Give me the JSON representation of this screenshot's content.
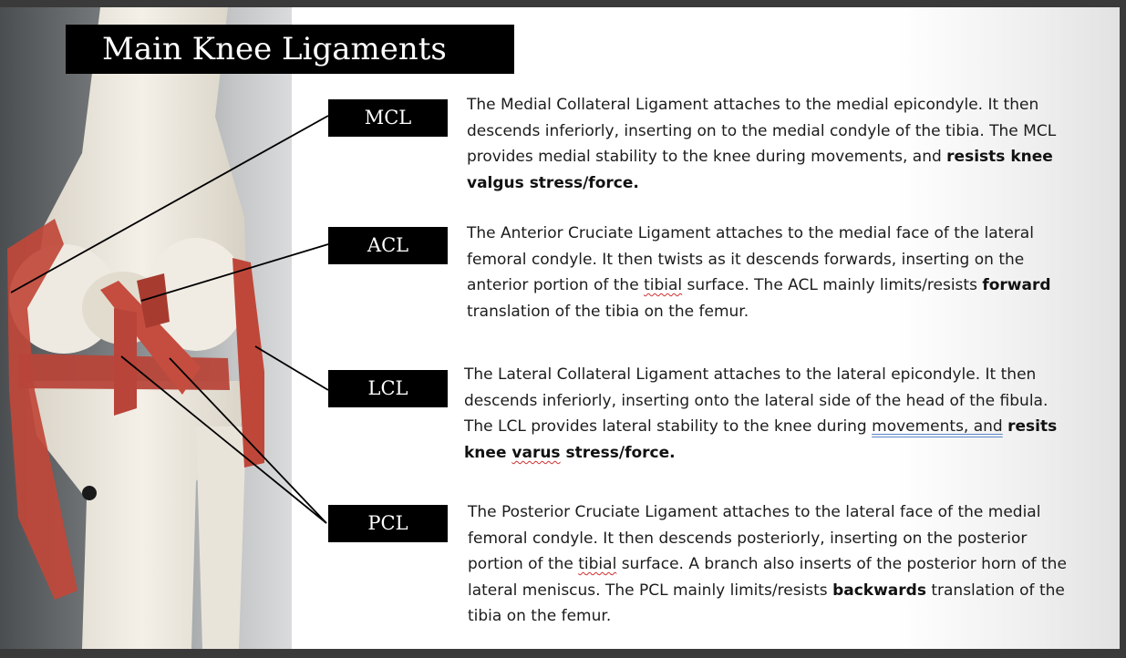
{
  "title": "Main Knee Ligaments",
  "ligaments": [
    {
      "label": "MCL",
      "text": [
        {
          "t": "The Medial Collateral Ligament attaches to the medial epicondyle. It then descends inferiorly, inserting on to the medial condyle of the tibia. The MCL provides medial stability to the knee during movements, and "
        },
        {
          "t": "resists knee valgus stress/force.",
          "b": true
        }
      ]
    },
    {
      "label": "ACL",
      "text": [
        {
          "t": "The Anterior Cruciate Ligament attaches to the medial face of the lateral femoral condyle. It then twists as it descends forwards, inserting on the anterior portion of the "
        },
        {
          "t": "tibial",
          "u": "squig"
        },
        {
          "t": " surface. The ACL mainly limits/resists "
        },
        {
          "t": "forward",
          "b": true
        },
        {
          "t": " translation of the tibia on the femur."
        }
      ]
    },
    {
      "label": "LCL",
      "text": [
        {
          "t": "The Lateral Collateral Ligament attaches to the lateral epicondyle. It then descends inferiorly, inserting onto the  lateral side of the head of the fibula. The LCL provides lateral stability to the knee during "
        },
        {
          "t": "movements, and",
          "u": "dbl"
        },
        {
          "t": " "
        },
        {
          "t": "resits knee ",
          "b": true
        },
        {
          "t": "varus",
          "b": true,
          "u": "squig"
        },
        {
          "t": " stress/force.",
          "b": true
        }
      ]
    },
    {
      "label": "PCL",
      "text": [
        {
          "t": "The Posterior Cruciate Ligament attaches to the lateral face of the medial femoral condyle. It then descends posteriorly, inserting on the posterior portion of the "
        },
        {
          "t": "tibial",
          "u": "squig"
        },
        {
          "t": " surface. A branch also inserts of the posterior horn of the lateral meniscus. The PCL mainly limits/resists "
        },
        {
          "t": "backwards",
          "b": true
        },
        {
          "t": " translation of the tibia on the femur."
        }
      ]
    }
  ],
  "colors": {
    "ligament": "#c0483a",
    "bone": "#ece7dd",
    "label_bg": "#000000"
  }
}
